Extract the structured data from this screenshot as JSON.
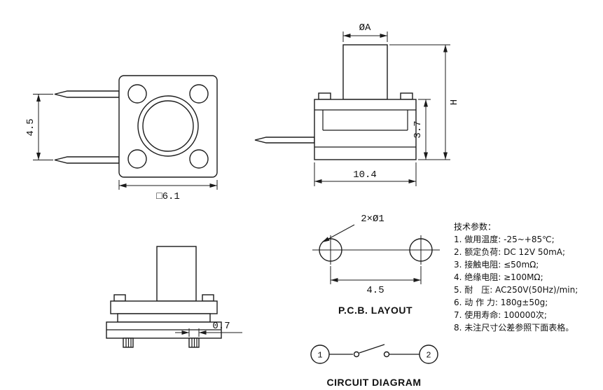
{
  "top_view": {
    "dim_height": "4.5",
    "dim_width": "□6.1"
  },
  "side_view": {
    "dim_plunger": "ØA",
    "dim_total_height": "H",
    "dim_body_height": "3.7",
    "dim_width": "10.4"
  },
  "front_view": {
    "dim_pin": "0.7"
  },
  "pcb_layout": {
    "holes": "2×Ø1",
    "pitch": "4.5",
    "title": "P.C.B. LAYOUT"
  },
  "circuit": {
    "terminal_1": "1",
    "terminal_2": "2",
    "title": "CIRCUIT DIAGRAM"
  },
  "specs": {
    "title": "技术参数：",
    "items": [
      "1. 做用温度: -25~+85℃;",
      "2. 额定负荷: DC 12V 50mA;",
      "3. 接触电阻: ≤50mΩ;",
      "4. 绝缘电阻: ≥100MΩ;",
      "5. 耐　压: AC250V(50Hz)/min;",
      "6. 动 作 力: 180g±50g;",
      "7. 使用寿命: 100000次;",
      "8. 未注尺寸公差参照下面表格。"
    ]
  },
  "colors": {
    "line": "#1b1b1b",
    "background": "#ffffff"
  }
}
